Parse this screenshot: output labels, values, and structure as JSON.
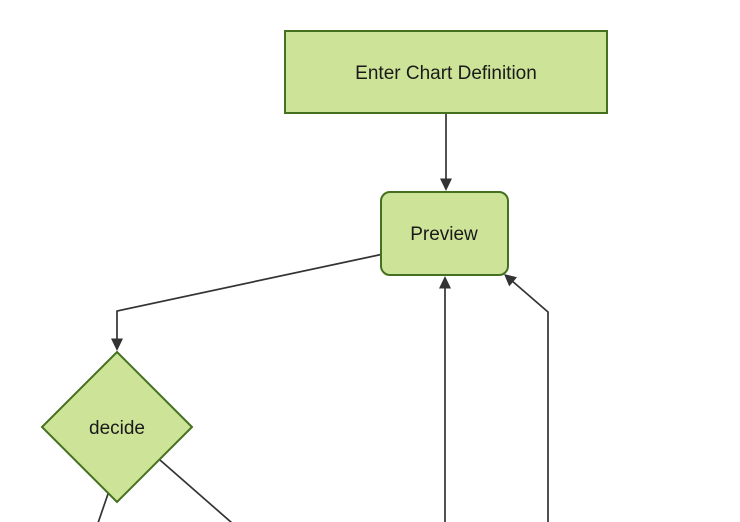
{
  "diagram": {
    "type": "flowchart",
    "direction": "top-down",
    "background": "#ffffff",
    "colors": {
      "node_fill": "#cde498",
      "node_stroke": "#44701f",
      "edge": "#333333",
      "text": "#1a1a1a"
    },
    "nodes": [
      {
        "id": "enter-chart-definition",
        "label": "Enter Chart Definition",
        "shape": "rect"
      },
      {
        "id": "preview",
        "label": "Preview",
        "shape": "rounded-rect"
      },
      {
        "id": "decide",
        "label": "decide",
        "shape": "diamond"
      }
    ],
    "edges": [
      {
        "from": "enter-chart-definition",
        "to": "preview",
        "arrowhead": true
      },
      {
        "from": "preview",
        "to": "decide",
        "arrowhead": true
      },
      {
        "from": "decide",
        "to": "offscreen-bottom-left",
        "arrowhead": false
      },
      {
        "from": "decide",
        "to": "offscreen-bottom-right",
        "arrowhead": false
      },
      {
        "from": "offscreen-bottom-center",
        "to": "preview",
        "arrowhead": true
      },
      {
        "from": "offscreen-bottom-right",
        "to": "preview",
        "arrowhead": true
      }
    ]
  }
}
